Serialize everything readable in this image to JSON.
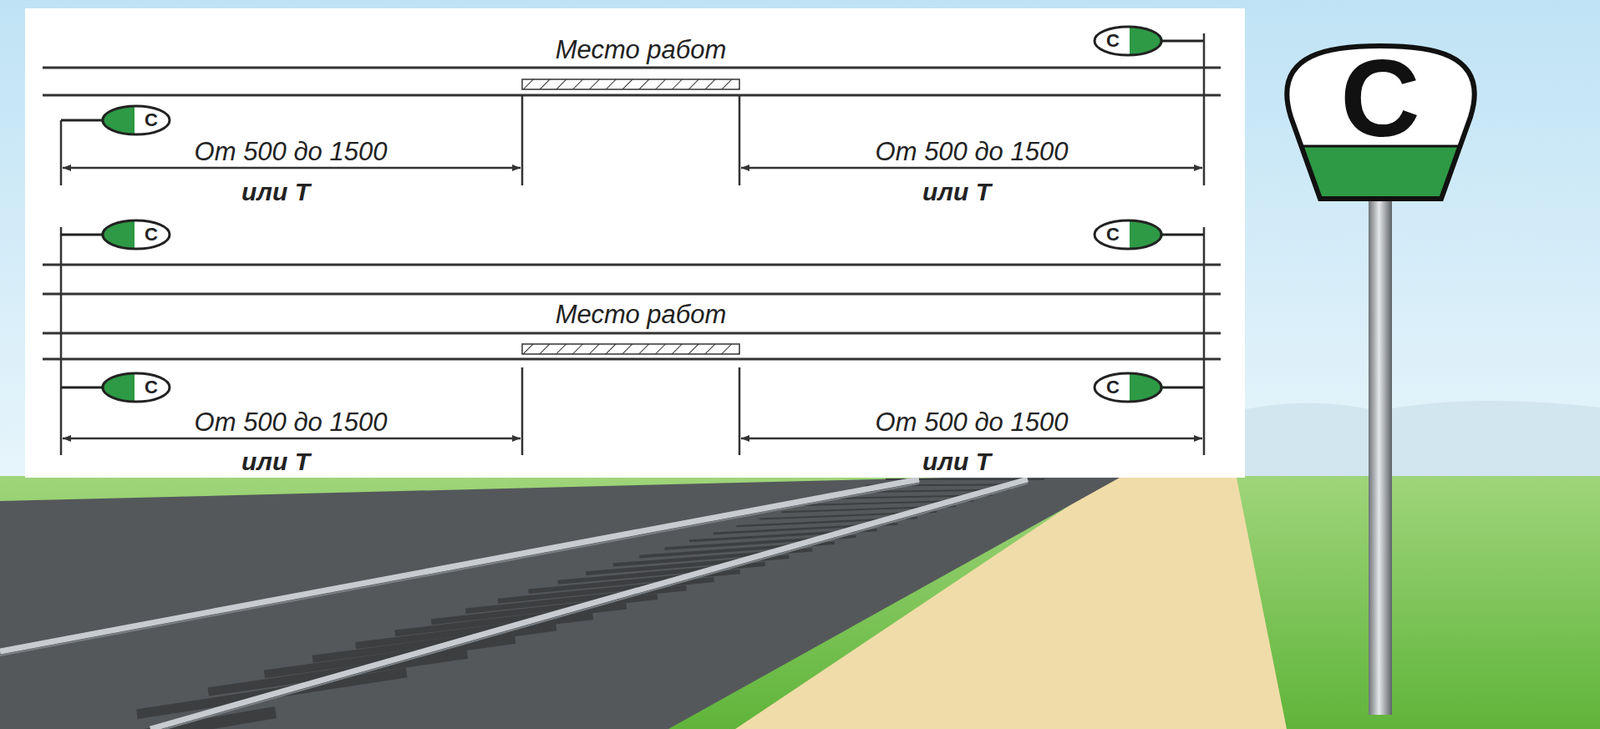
{
  "diagram": {
    "labels": [
      "Место работ",
      "С",
      "С",
      "От 500 до 1500",
      "или Т",
      "От 500 до 1500",
      "или Т",
      "С",
      "С",
      "Место работ",
      "С",
      "С",
      "От 500 до 1500",
      "или Т",
      "От 500 до 1500",
      "или Т",
      "С"
    ]
  }
}
